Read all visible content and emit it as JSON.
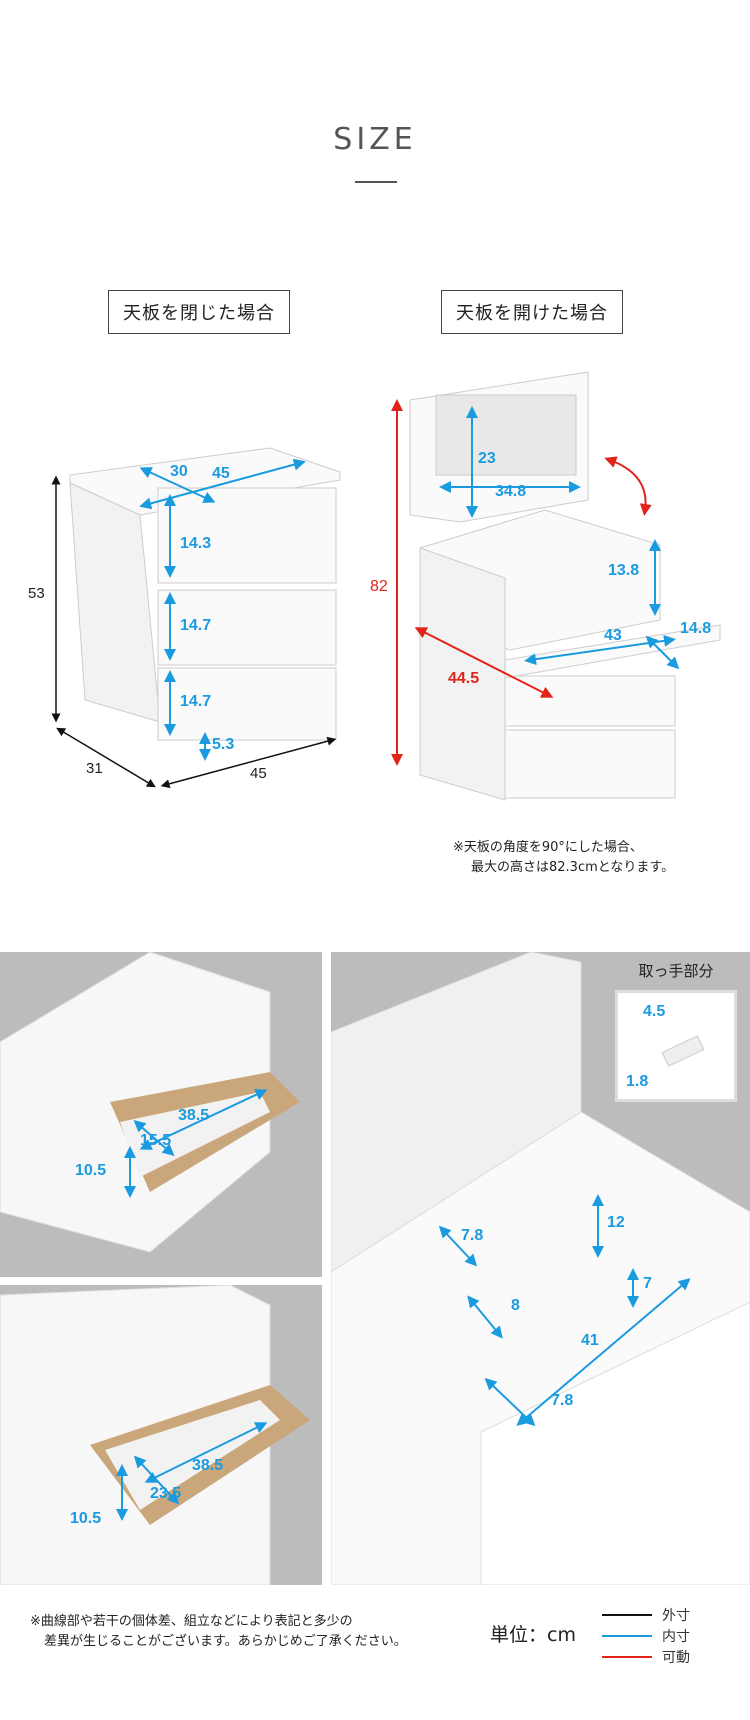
{
  "header": {
    "title": "SIZE"
  },
  "closed": {
    "label": "天板を閉じた場合",
    "dims": {
      "depth_top": "30",
      "width_top": "45",
      "height": "53",
      "drawer1": "14.3",
      "drawer2": "14.7",
      "drawer3": "14.7",
      "caster": "5.3",
      "depth": "31",
      "width": "45"
    }
  },
  "open": {
    "label": "天板を開けた場合",
    "dims": {
      "height": "82",
      "mirror_h": "23",
      "mirror_w": "34.8",
      "tray_h": "13.8",
      "tray_w": "43",
      "tray_d": "14.8",
      "reach": "44.5"
    },
    "note_line1": "※天板の角度を90°にした場合、",
    "note_line2": "最大の高さは82.3cmとなります。"
  },
  "photos": {
    "drawer_top": {
      "d1": "38.5",
      "d2": "15.5",
      "d3": "10.5"
    },
    "drawer_bottom": {
      "d1": "38.5",
      "d2": "23.5",
      "d3": "10.5"
    },
    "interior": {
      "a": "7.8",
      "b": "12",
      "c": "8",
      "d": "7",
      "e": "41",
      "f": "7.8"
    },
    "handle": {
      "title": "取っ手部分",
      "w": "4.5",
      "h": "1.8"
    }
  },
  "footer": {
    "note_line1": "※曲線部や若干の個体差、組立などにより表記と多少の",
    "note_line2": "差異が生じることがございます。あらかじめご了承ください。",
    "unit": "単位：cm",
    "legend": [
      {
        "label": "外寸",
        "color": "#111111"
      },
      {
        "label": "内寸",
        "color": "#1a9be0"
      },
      {
        "label": "可動",
        "color": "#e2231a"
      }
    ]
  }
}
